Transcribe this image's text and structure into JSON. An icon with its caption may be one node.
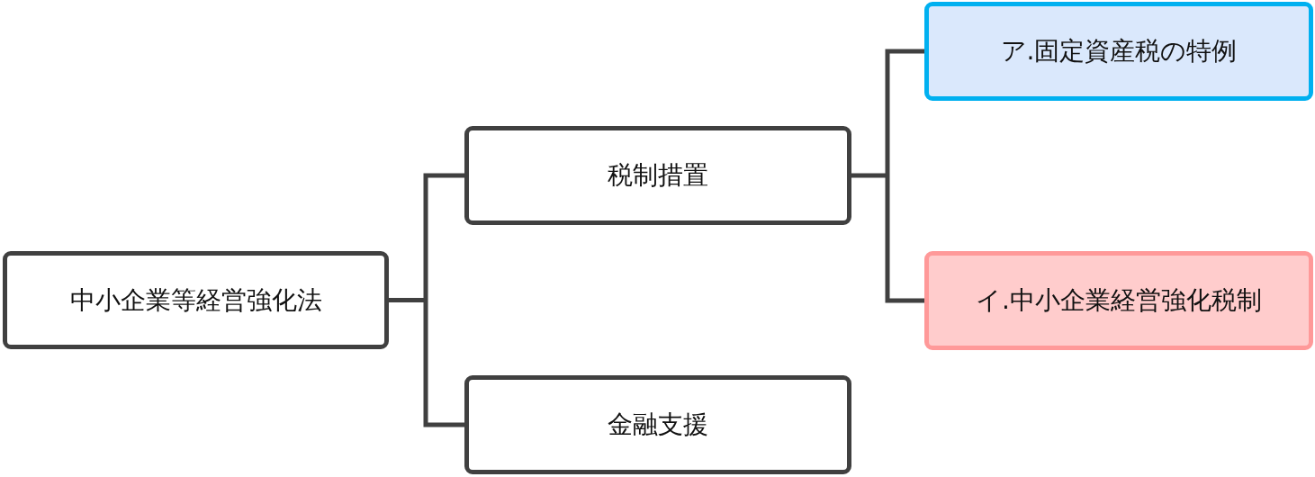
{
  "diagram": {
    "nodes": [
      {
        "text": [
          "中小企業等経営強化法"
        ]
      },
      {
        "text": [
          "税制措置"
        ]
      },
      {
        "text": [
          "金融支援"
        ]
      },
      {
        "text": [
          "ア.固定資産税の特例"
        ]
      },
      {
        "text": [
          "イ.中小企業経営強化税制"
        ]
      }
    ],
    "edges": [
      {
        "from": 0,
        "to": 1,
        "arrow": "none"
      },
      {
        "from": 0,
        "to": 2,
        "arrow": "none"
      },
      {
        "from": 1,
        "to": 3,
        "arrow": "none"
      },
      {
        "from": 1,
        "to": 4,
        "arrow": "none"
      }
    ]
  }
}
